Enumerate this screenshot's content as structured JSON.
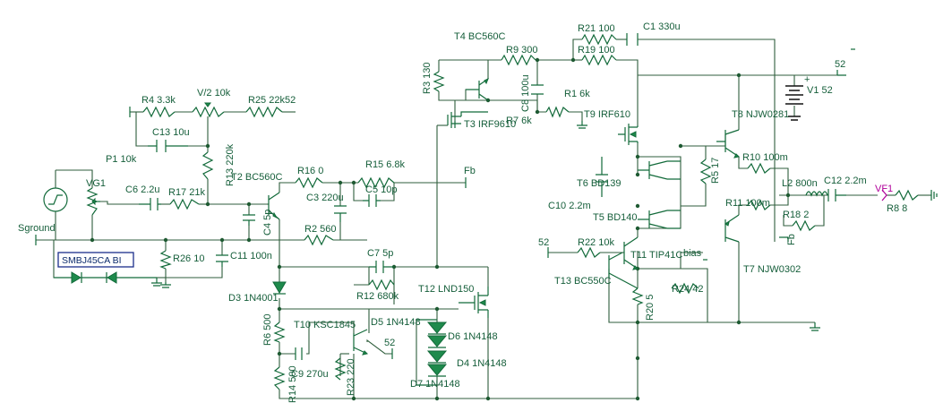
{
  "labels": {
    "t4": "T4 BC560C",
    "r21": "R21 100",
    "c1": "C1 330u",
    "r19": "R19 100",
    "r9": "R9 300",
    "r3": "R3 130",
    "c8": "C8 100u",
    "r1": "R1 6k",
    "t3": "T3 IRF9610",
    "r7": "R7 6k",
    "t9": "T9 IRF610",
    "v52": "52",
    "v1": "V1 52",
    "r4": "R4 3.3k",
    "v2": "V/2 10k",
    "r25": "R25 22k52",
    "c13": "C13 10u",
    "p1": "P1 10k",
    "r13": "R13 220k",
    "t8": "T8 NJW0281",
    "r10": "R10 100m",
    "r5": "R5 17",
    "t2": "T2 BC560C",
    "r16": "R16 0",
    "r15": "R15 6.8k",
    "fb1": "Fb",
    "c3": "C3 220u",
    "c5": "C5 10p",
    "t6": "T6 BD139",
    "vg1": "VG1",
    "c6": "C6 2.2u",
    "r17": "R17 21k",
    "l2": "L2 800n",
    "c12": "C12 2.2m",
    "vf1": "VF1",
    "c10": "C10 2.2m",
    "t5": "T5 BD140",
    "r11": "R11 100m",
    "r18": "R18 2",
    "r8": "R8 8",
    "sground": "Sground",
    "c4": "C4 5p",
    "r2": "R2 560",
    "fb2": "Fb",
    "v52b": "52",
    "r22": "R22 10k",
    "t11": "T11 TIP41C",
    "bias": "bias",
    "t7": "T7 NJW0302",
    "smbj": "SMBJ45CA BI",
    "r26": "R26 10",
    "c11": "C11 100n",
    "c7": "C7 5p",
    "t12": "T12 LND150",
    "t13": "T13 BC550C",
    "r24": "R24 42",
    "d3": "D3 1N4001",
    "r12": "R12 680k",
    "r20": "R20 5",
    "t10": "T10 KSC1845",
    "d5": "D5 1N4148",
    "r6": "R6 500",
    "v52c": "52",
    "d6": "D6 1N4148",
    "c9": "C9 270u",
    "d4": "D4 1N4148",
    "r14": "R14 500",
    "r23": "R23 220",
    "d7": "D7 1N4148"
  }
}
